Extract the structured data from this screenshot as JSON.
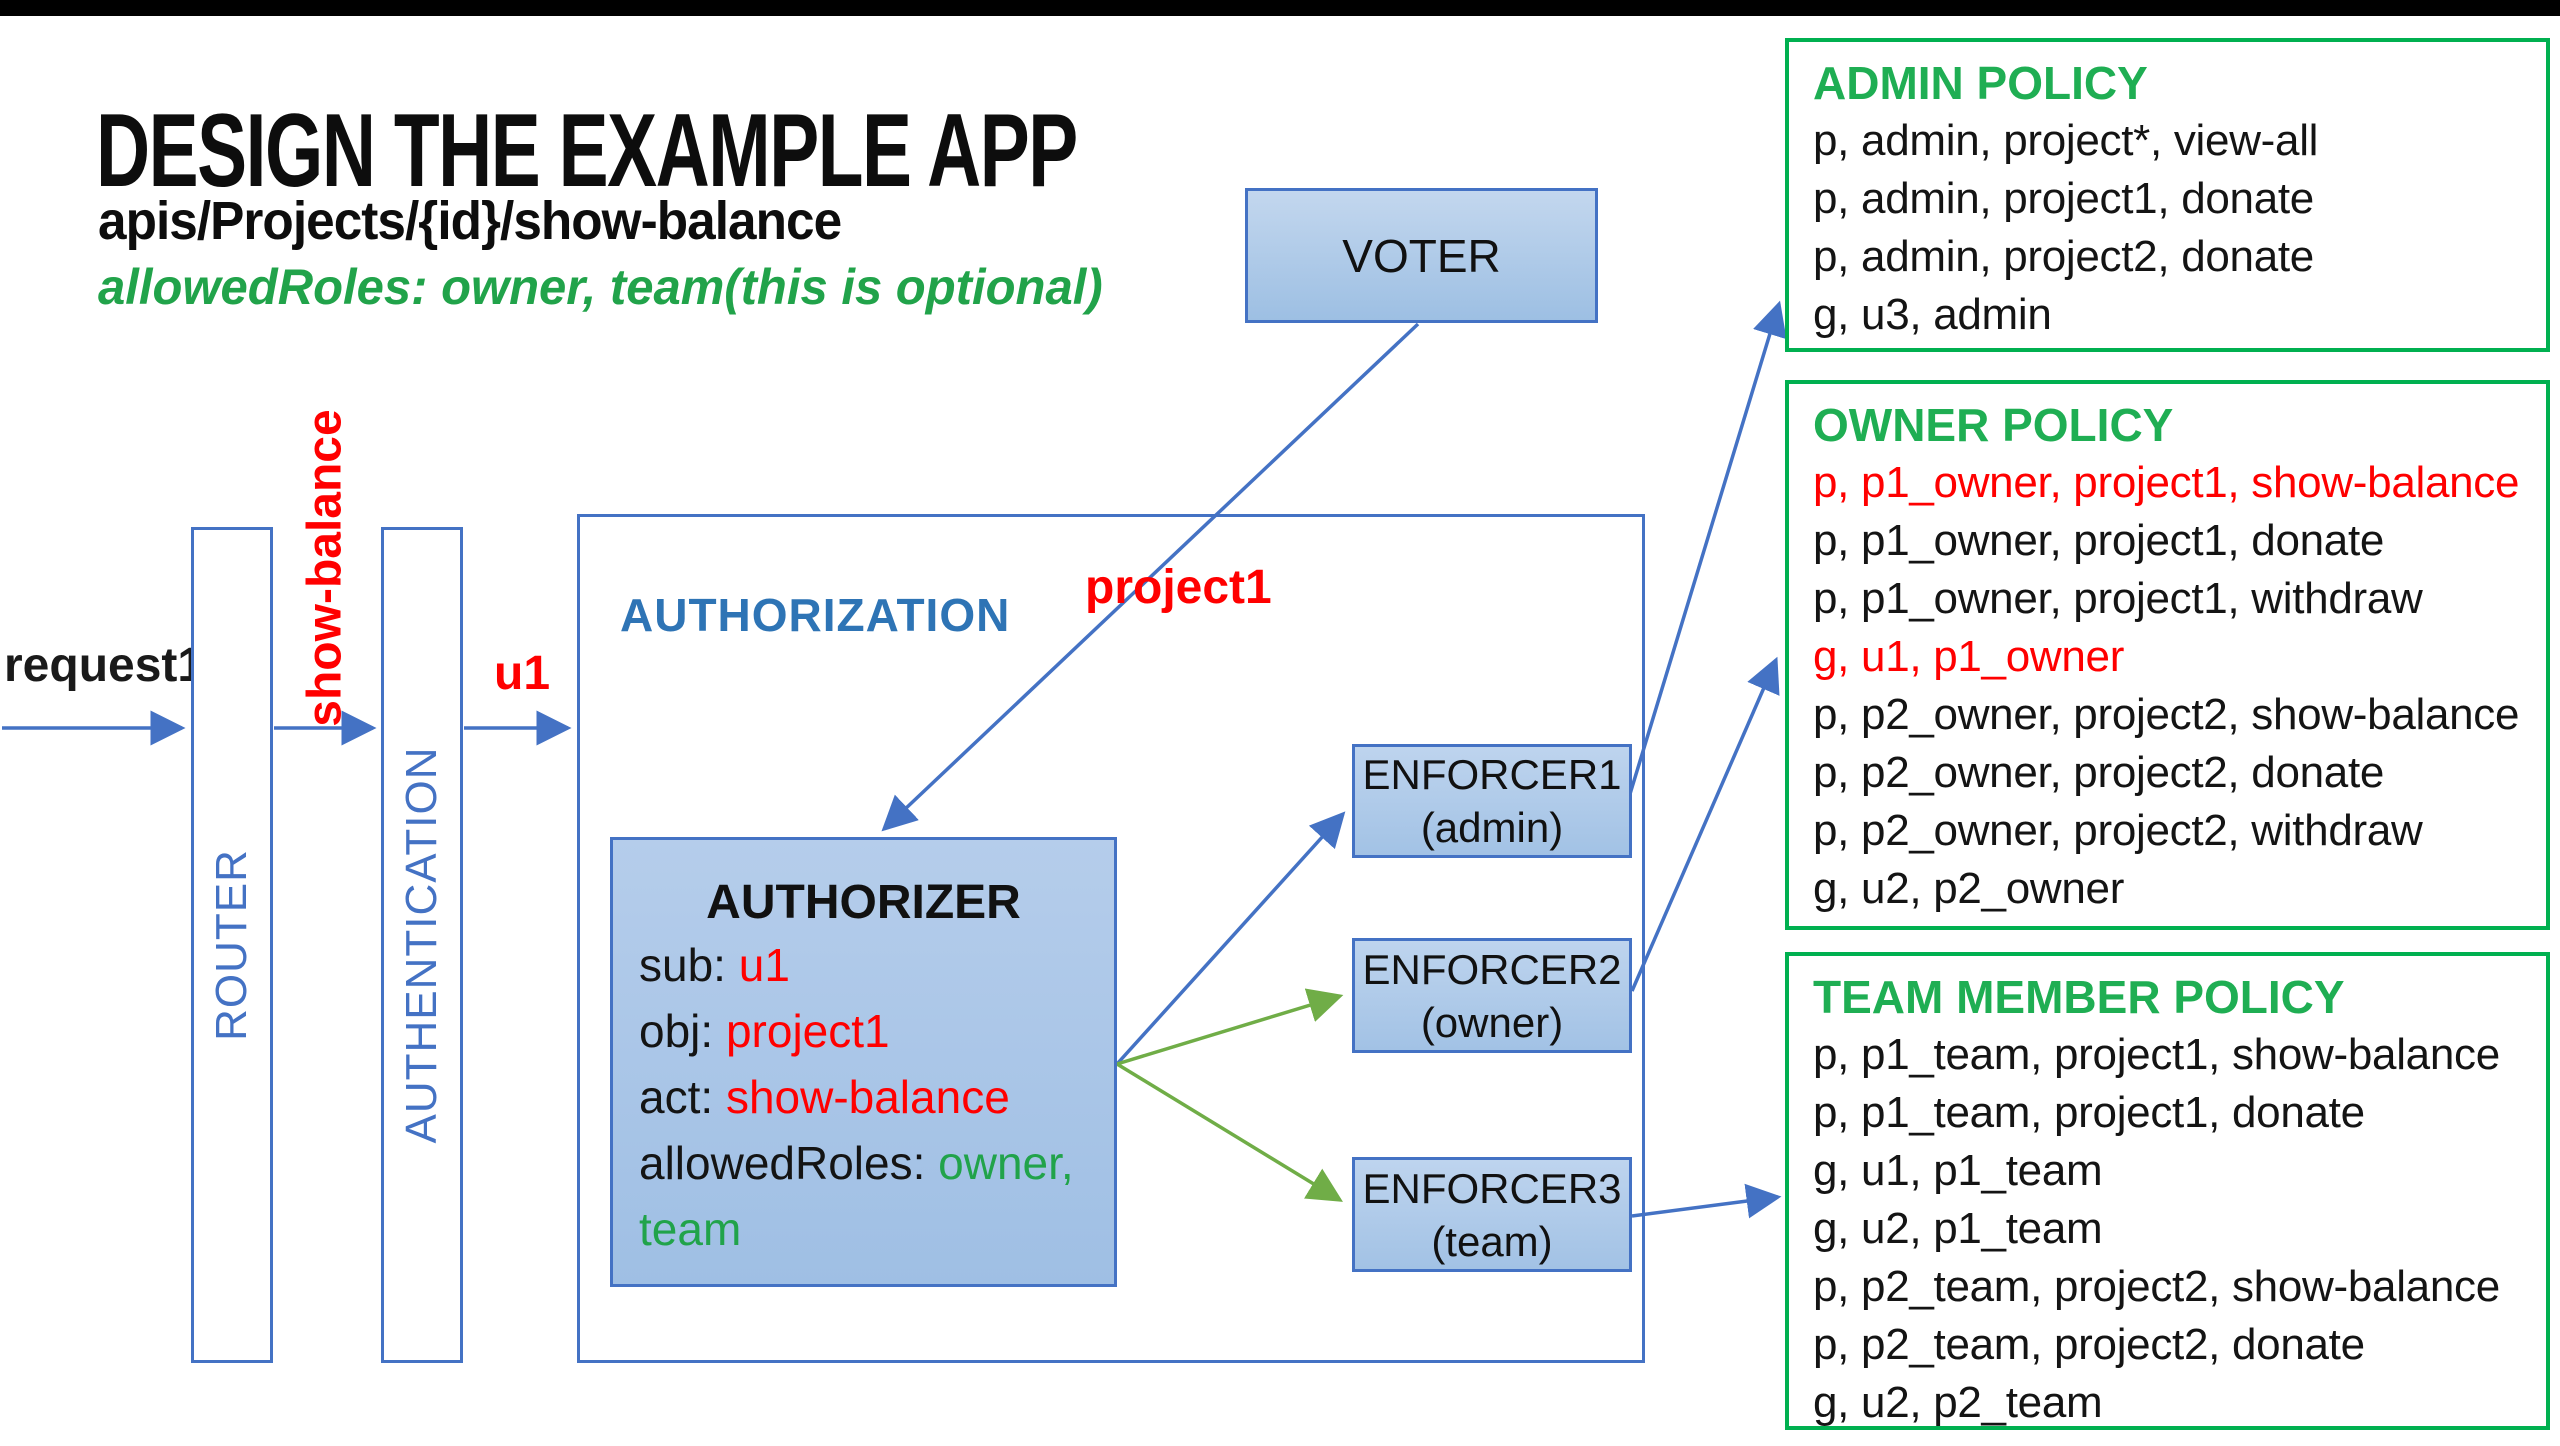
{
  "header": {
    "title": "DESIGN THE EXAMPLE APP",
    "subtitle": "apis/Projects/{id}/show-balance",
    "tagline": "allowedRoles: owner, team(this is optional)"
  },
  "flow": {
    "request_label": "request1",
    "router_label": "ROUTER",
    "show_balance_label": "show-balance",
    "authentication_label": "AUTHENTICATION",
    "u1_label": "u1",
    "project1_label": "project1"
  },
  "voter_label": "VOTER",
  "authorization_label": "AUTHORIZATION",
  "authorizer": {
    "title": "AUTHORIZER",
    "rows": [
      {
        "segments": [
          {
            "text": "sub: ",
            "color": "black"
          },
          {
            "text": "u1",
            "color": "red"
          }
        ]
      },
      {
        "segments": [
          {
            "text": "obj: ",
            "color": "black"
          },
          {
            "text": "project1",
            "color": "red"
          }
        ]
      },
      {
        "segments": [
          {
            "text": "act: ",
            "color": "black"
          },
          {
            "text": "show-balance",
            "color": "red"
          }
        ]
      },
      {
        "segments": [
          {
            "text": "allowedRoles: ",
            "color": "black"
          },
          {
            "text": "owner,",
            "color": "green"
          }
        ]
      },
      {
        "segments": [
          {
            "text": "team",
            "color": "green"
          }
        ]
      }
    ]
  },
  "enforcers": [
    {
      "name": "ENFORCER1",
      "role": "(admin)"
    },
    {
      "name": "ENFORCER2",
      "role": "(owner)"
    },
    {
      "name": "ENFORCER3",
      "role": "(team)"
    }
  ],
  "policies": [
    {
      "title": "ADMIN POLICY",
      "lines": [
        {
          "text": "p, admin, project*, view-all",
          "color": "black"
        },
        {
          "text": "p, admin, project1, donate",
          "color": "black"
        },
        {
          "text": "p, admin, project2, donate",
          "color": "black"
        },
        {
          "text": "g, u3, admin",
          "color": "black"
        }
      ]
    },
    {
      "title": "OWNER POLICY",
      "lines": [
        {
          "text": "p, p1_owner, project1, show-balance",
          "color": "red"
        },
        {
          "text": "p, p1_owner, project1, donate",
          "color": "black"
        },
        {
          "text": "p, p1_owner, project1, withdraw",
          "color": "black"
        },
        {
          "text": "g, u1, p1_owner",
          "color": "red"
        },
        {
          "text": "p, p2_owner, project2, show-balance",
          "color": "black"
        },
        {
          "text": "p, p2_owner, project2, donate",
          "color": "black"
        },
        {
          "text": "p, p2_owner, project2, withdraw",
          "color": "black"
        },
        {
          "text": "g, u2, p2_owner",
          "color": "black"
        }
      ]
    },
    {
      "title": "TEAM MEMBER POLICY",
      "lines": [
        {
          "text": "p, p1_team, project1, show-balance",
          "color": "black"
        },
        {
          "text": "p, p1_team, project1, donate",
          "color": "black"
        },
        {
          "text": "g, u1, p1_team",
          "color": "black"
        },
        {
          "text": "g, u2, p1_team",
          "color": "black"
        },
        {
          "text": "p, p2_team, project2, show-balance",
          "color": "black"
        },
        {
          "text": "p, p2_team, project2, donate",
          "color": "black"
        },
        {
          "text": "g, u2, p2_team",
          "color": "black"
        }
      ]
    }
  ],
  "colors": {
    "accent_blue": "#4472c4",
    "label_blue": "#2e74b5",
    "policy_green": "#00b050",
    "arrow_green": "#70ad47",
    "highlight_red": "#ff0000",
    "box_fill_top": "#c3d7ee",
    "box_fill_bottom": "#9dbfe3"
  }
}
